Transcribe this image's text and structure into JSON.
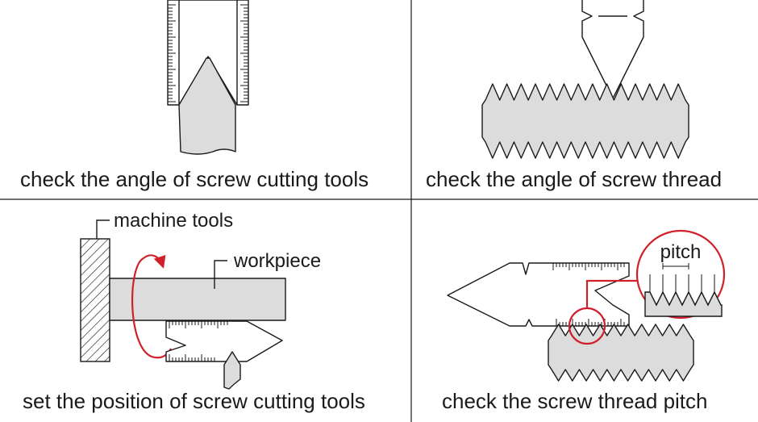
{
  "panels": [
    {
      "caption": "check the angle of screw cutting tools"
    },
    {
      "caption": "check the angle of screw thread"
    },
    {
      "caption": "set the position of screw cutting tools"
    },
    {
      "caption": "check the screw thread pitch"
    }
  ],
  "labels": {
    "machine_tools": "machine tools",
    "workpiece": "workpiece",
    "pitch": "pitch"
  },
  "colors": {
    "accent_red": "#d0202a",
    "metal_grey": "#dcdcdc",
    "line": "#1a1a1a"
  }
}
